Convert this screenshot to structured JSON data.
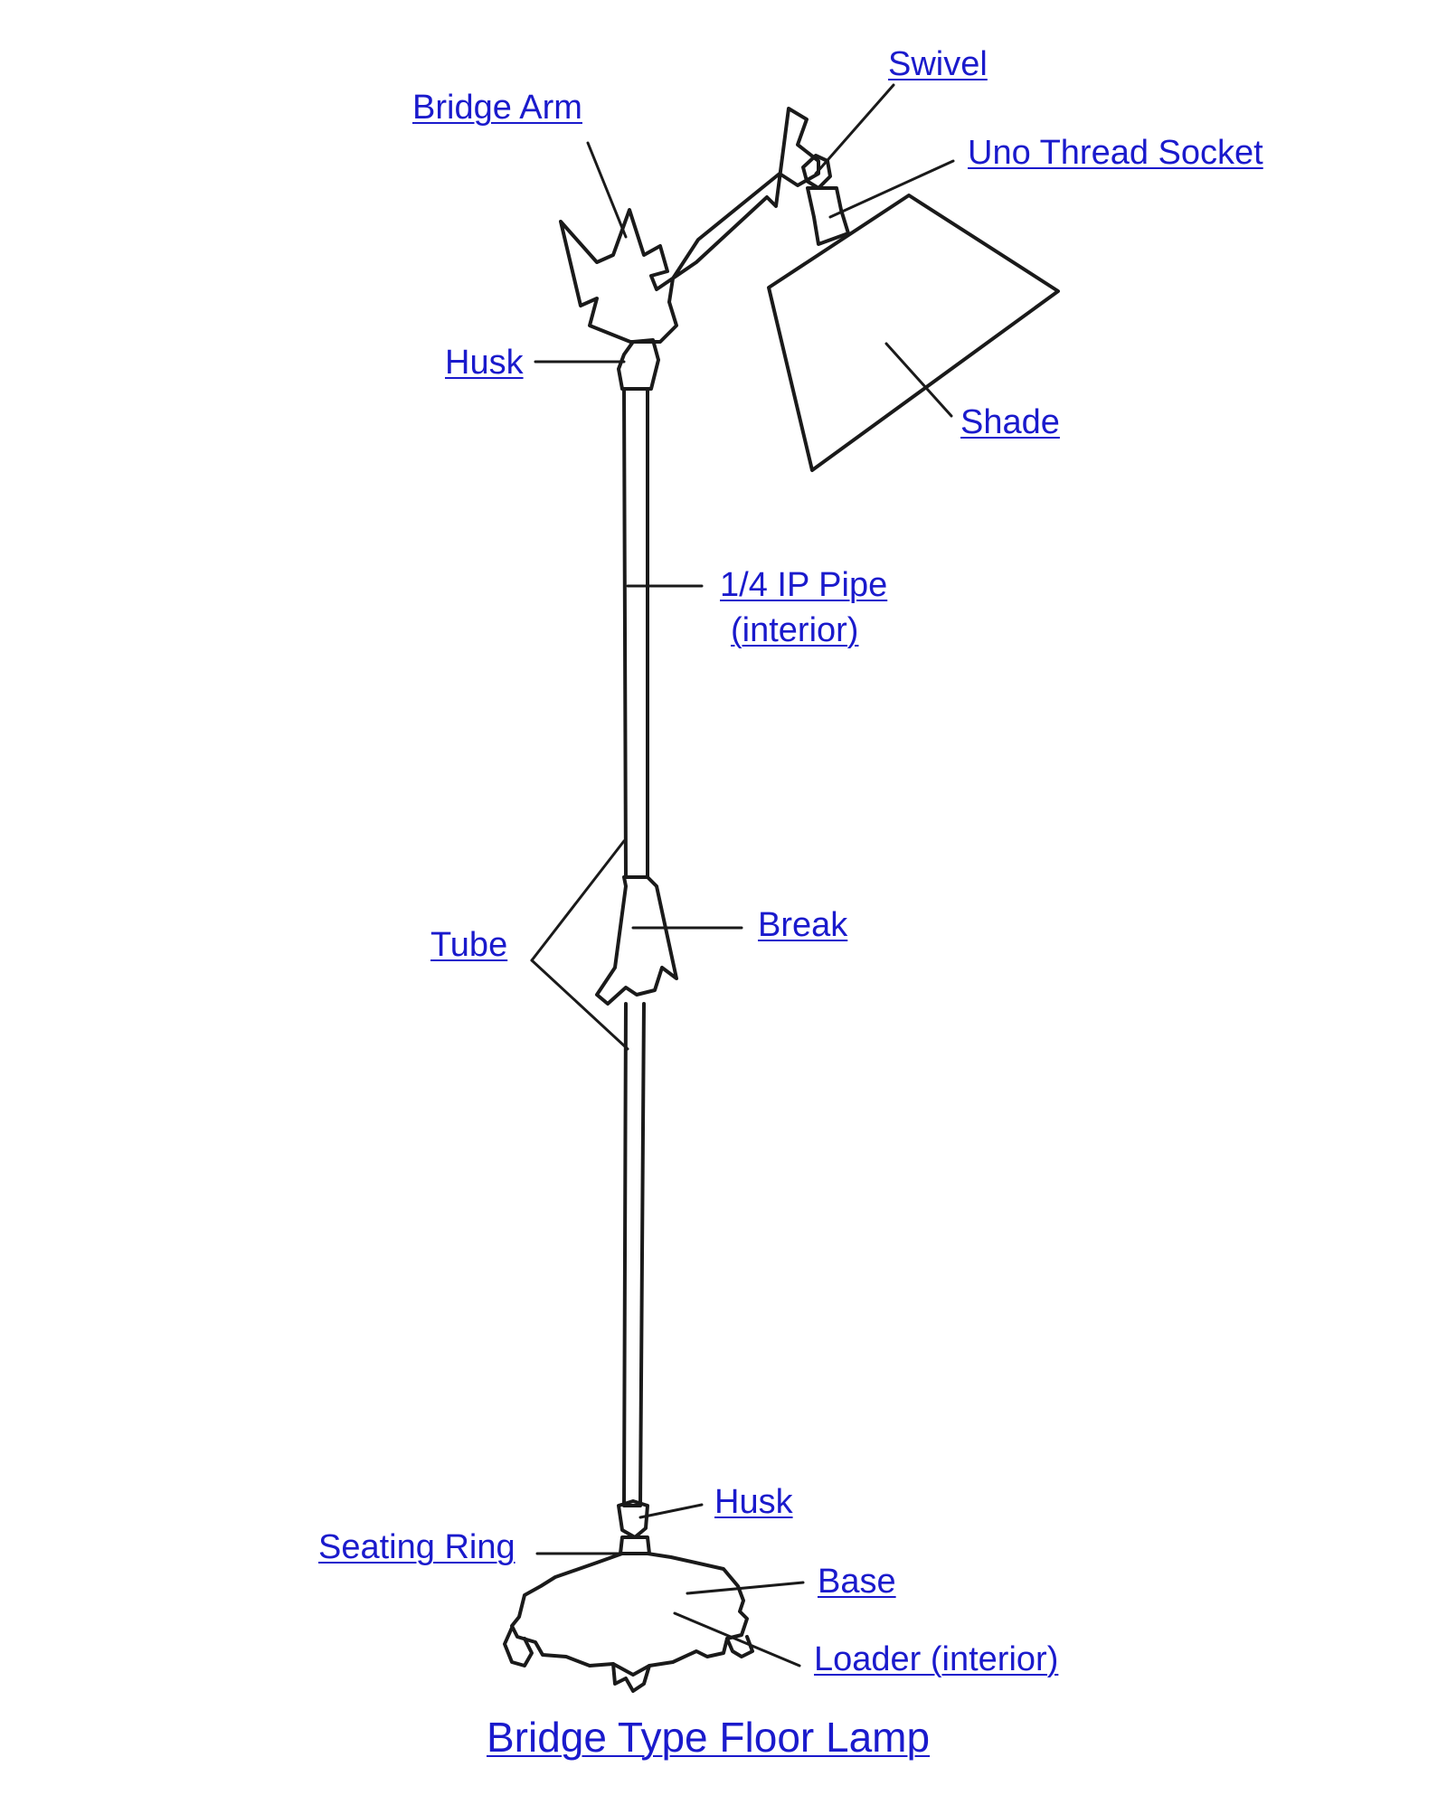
{
  "labels": {
    "swivel": "Swivel",
    "bridge_arm": "Bridge Arm",
    "uno_thread_socket": "Uno Thread Socket",
    "husk_top": "Husk",
    "shade": "Shade",
    "ip_pipe_line1": "1/4 IP Pipe",
    "ip_pipe_line2": "(interior)",
    "break": "Break",
    "tube": "Tube",
    "husk_bottom": "Husk",
    "seating_ring": "Seating Ring",
    "base": "Base",
    "loader": "Loader (interior)"
  },
  "title": "Bridge Type Floor Lamp",
  "colors": {
    "label_text": "#1a1acc",
    "ink": "#1a1a1a",
    "background": "#ffffff"
  }
}
